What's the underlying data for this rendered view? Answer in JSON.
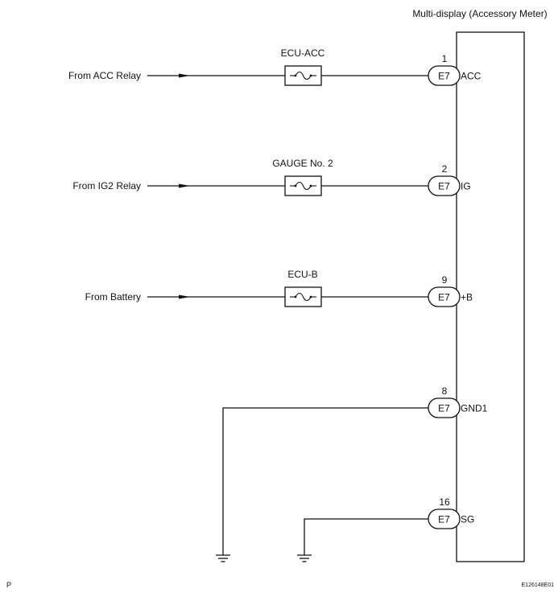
{
  "component_title": "Multi-display (Accessory Meter)",
  "circuits": [
    {
      "source": "From ACC Relay",
      "fuse": "ECU-ACC",
      "pin": "1",
      "connector": "E7",
      "terminal": "ACC"
    },
    {
      "source": "From IG2 Relay",
      "fuse": "GAUGE No. 2",
      "pin": "2",
      "connector": "E7",
      "terminal": "IG"
    },
    {
      "source": "From Battery",
      "fuse": "ECU-B",
      "pin": "9",
      "connector": "E7",
      "terminal": "+B"
    }
  ],
  "grounds": [
    {
      "pin": "8",
      "connector": "E7",
      "terminal": "GND1"
    },
    {
      "pin": "16",
      "connector": "E7",
      "terminal": "SG"
    }
  ],
  "footer": {
    "page_mark": "P",
    "figure_code": "E126148E01"
  }
}
